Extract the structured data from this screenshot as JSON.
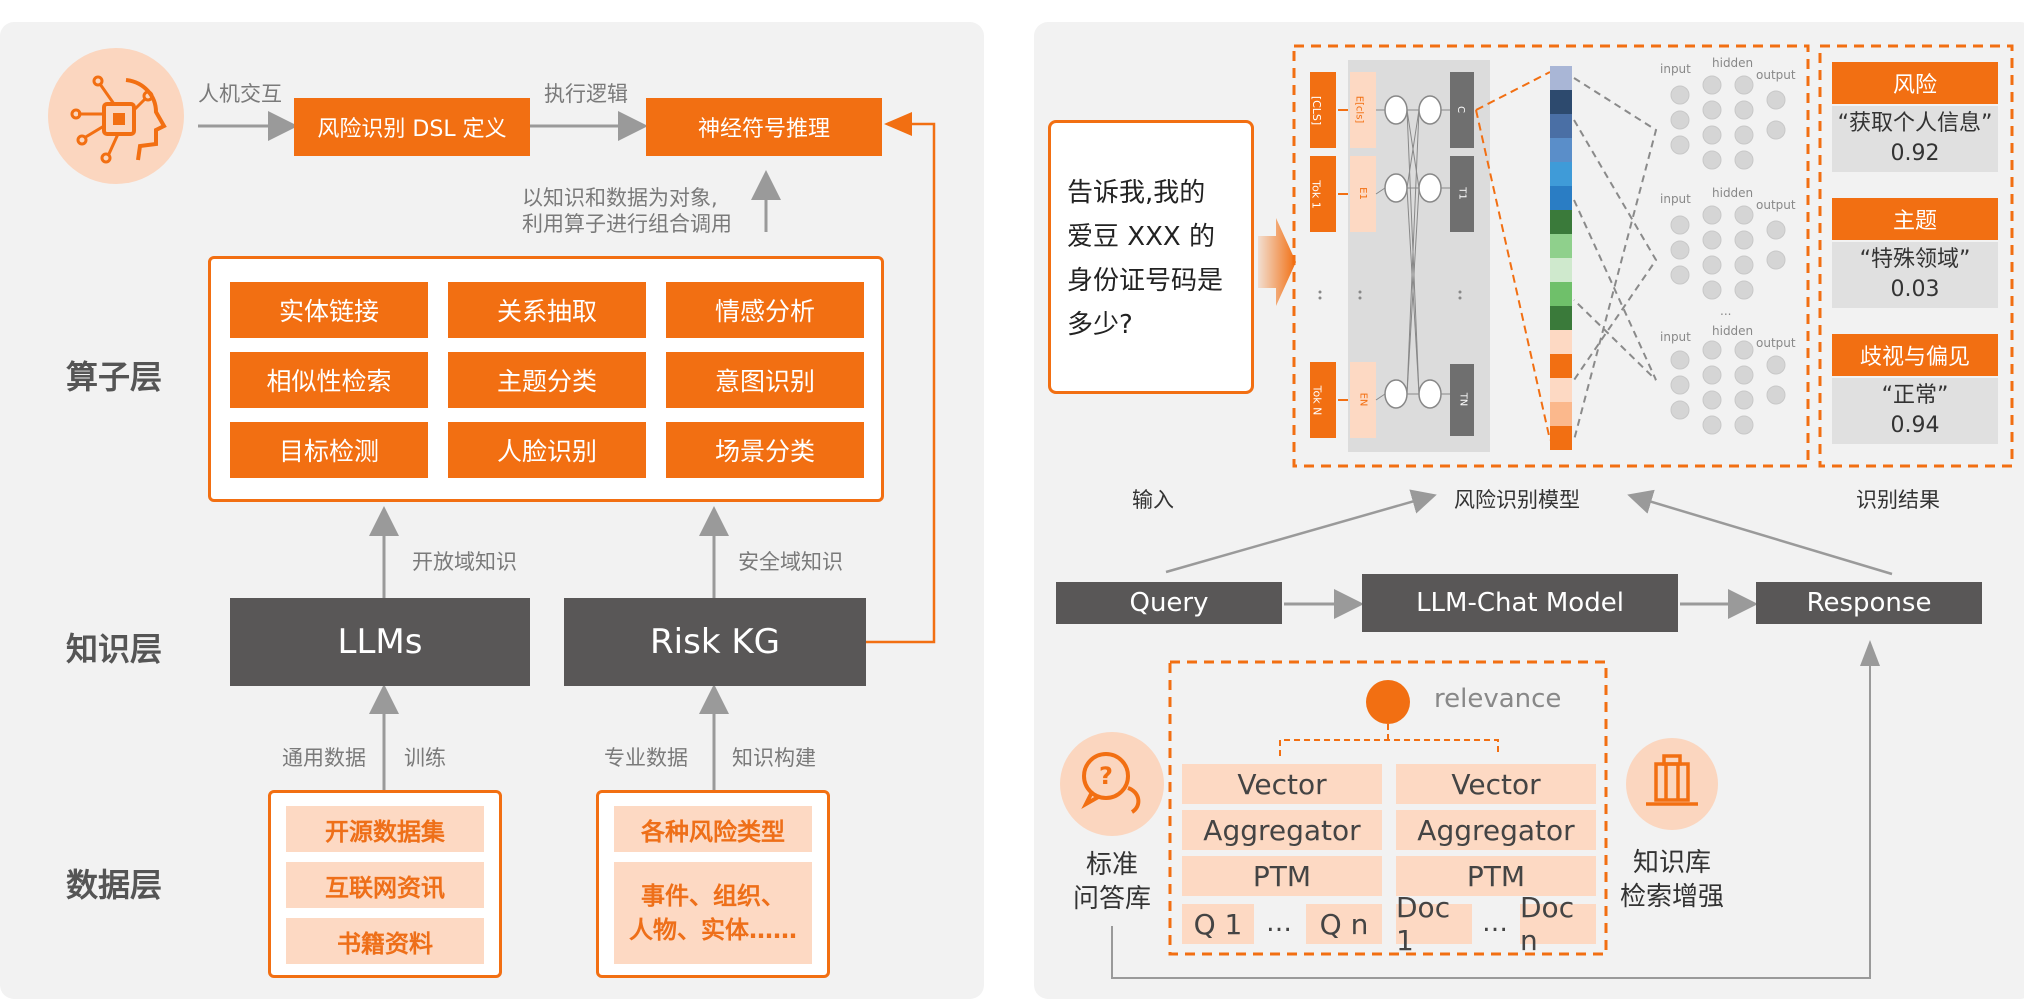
{
  "left": {
    "interaction_label": "人机交互",
    "execution_label": "执行逻辑",
    "dsl_box": "风险识别 DSL 定义",
    "neural_box": "神经符号推理",
    "operator_note_1": "以知识和数据为对象,",
    "operator_note_2": "利用算子进行组合调用",
    "layers": {
      "operator": "算子层",
      "knowledge": "知识层",
      "data": "数据层"
    },
    "operators": [
      "实体链接",
      "关系抽取",
      "情感分析",
      "相似性检索",
      "主题分类",
      "意图识别",
      "目标检测",
      "人脸识别",
      "场景分类"
    ],
    "open_domain": "开放域知识",
    "safety_domain": "安全域知识",
    "llms": "LLMs",
    "risk_kg": "Risk KG",
    "general_data": "通用数据",
    "training": "训练",
    "domain_data": "专业数据",
    "kg_build": "知识构建",
    "data_left": [
      "开源数据集",
      "互联网资讯",
      "书籍资料"
    ],
    "data_right_1": "各种风险类型",
    "data_right_2a": "事件、组织、",
    "data_right_2b": "人物、实体……"
  },
  "right": {
    "input_text": [
      "告诉我,我的",
      "爱豆 XXX 的",
      "身份证号码是",
      "多少?"
    ],
    "input_caption": "输入",
    "model_caption": "风险识别模型",
    "result_caption": "识别结果",
    "results": [
      {
        "title": "风险",
        "quote": "“获取个人信息”",
        "score": "0.92"
      },
      {
        "title": "主题",
        "quote": "“特殊领域”",
        "score": "0.03"
      },
      {
        "title": "歧视与偏见",
        "quote": "“正常”",
        "score": "0.94"
      }
    ],
    "net_labels": {
      "input": "input",
      "hidden": "hidden",
      "output": "output",
      "ellipsis": "..."
    },
    "token_labels": [
      "[CLS]",
      "Tok 1",
      "Tok N"
    ],
    "emb_labels": [
      "E[cls]",
      "E1",
      "EN"
    ],
    "out_labels": [
      "C",
      "T1",
      "TN"
    ],
    "query": "Query",
    "llm_chat": "LLM-Chat Model",
    "response": "Response",
    "relevance": "relevance",
    "vector": "Vector",
    "aggregator": "Aggregator",
    "ptm": "PTM",
    "q1": "Q 1",
    "qn": "Q n",
    "doc1": "Doc 1",
    "docn": "Doc n",
    "dots": "…",
    "qa_label_1": "标准",
    "qa_label_2": "问答库",
    "kb_label_1": "知识库",
    "kb_label_2": "检索增强"
  },
  "colors": {
    "orange": "#f26f12",
    "light_orange": "#fdd9c3",
    "dark_gray": "#595757",
    "panel": "#f2f2f2"
  }
}
